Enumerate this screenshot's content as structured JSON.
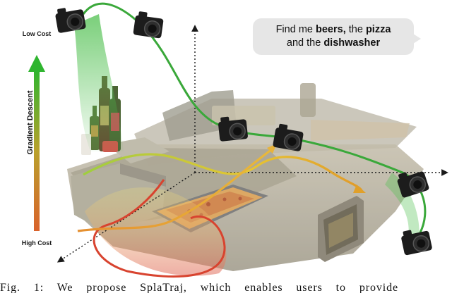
{
  "axis_labels": {
    "low_cost": "Low Cost",
    "high_cost": "High Cost",
    "gradient": "Gradient Descent"
  },
  "query": {
    "text_1": "Find me ",
    "bold_1": "beers,",
    "text_2": " the ",
    "bold_2": "pizza",
    "text_3": "and the ",
    "bold_3": "dishwasher"
  },
  "caption": "Fig. 1: We propose SplaTraj, which enables users to provide",
  "colors": {
    "low_cost": "#2fb52f",
    "high_cost": "#d9622b",
    "trajectory_green": "#3aa83a",
    "trajectory_red": "#d8432f",
    "trajectory_yellow": "#e3c83a",
    "bubble": "#e6e6e6"
  },
  "icons": [
    "camera-icon",
    "beer-bottles-icon",
    "pizza-tray-icon",
    "dishwasher-icon"
  ]
}
